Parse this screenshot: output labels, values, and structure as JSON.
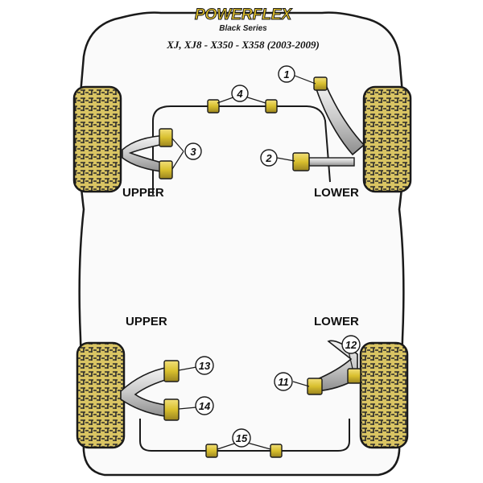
{
  "brand": {
    "name": "POWERFLEX",
    "series": "Black Series",
    "colors": {
      "outline": "#1a1a1a",
      "tyre_fill": "#d9c463",
      "bush_yellow": "#e8d24a",
      "metal": "#c8c8c8"
    }
  },
  "model_title": "XJ, XJ8 - X350 - X358 (2003-2009)",
  "sections": {
    "front_upper": "UPPER",
    "front_lower": "LOWER",
    "rear_upper": "UPPER",
    "rear_lower": "LOWER"
  },
  "callouts": [
    {
      "id": "c1",
      "label": "1"
    },
    {
      "id": "c2",
      "label": "2"
    },
    {
      "id": "c3",
      "label": "3"
    },
    {
      "id": "c4",
      "label": "4"
    },
    {
      "id": "c11",
      "label": "11"
    },
    {
      "id": "c12",
      "label": "12"
    },
    {
      "id": "c13",
      "label": "13"
    },
    {
      "id": "c14",
      "label": "14"
    },
    {
      "id": "c15",
      "label": "15"
    }
  ]
}
